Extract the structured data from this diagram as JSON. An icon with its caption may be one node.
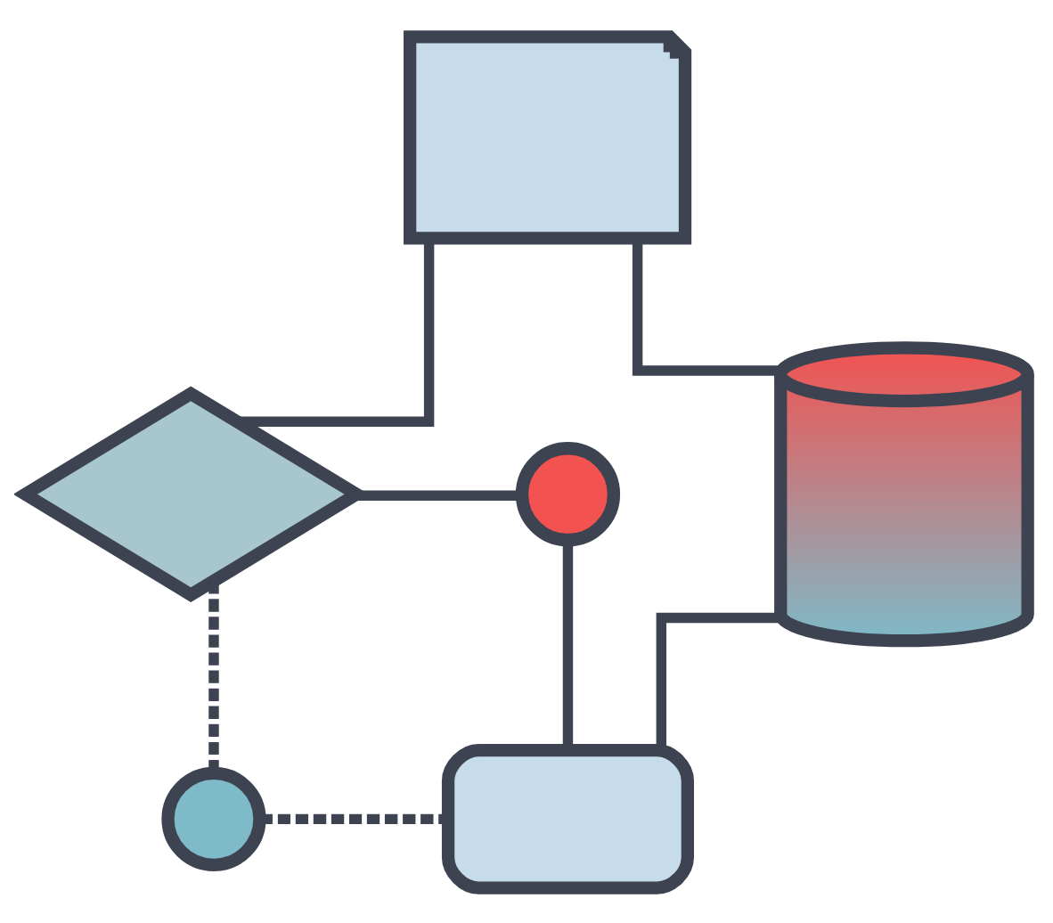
{
  "diagram": {
    "nodes": [
      {
        "text": [],
        "shape": "document"
      },
      {
        "text": [],
        "shape": "cylinder"
      },
      {
        "text": [],
        "shape": "diamond"
      },
      {
        "text": [],
        "shape": "circle"
      },
      {
        "text": [],
        "shape": "box"
      },
      {
        "text": [],
        "shape": "circle"
      }
    ],
    "edges": [
      {
        "from": 0,
        "to": 1,
        "arrow": "none"
      },
      {
        "from": 0,
        "to": 2,
        "arrow": "none"
      },
      {
        "from": 2,
        "to": 3,
        "arrow": "none"
      },
      {
        "from": 3,
        "to": 4,
        "arrow": "none"
      },
      {
        "from": 2,
        "to": 5,
        "arrow": "none",
        "style": "dashed"
      },
      {
        "from": 5,
        "to": 4,
        "arrow": "none",
        "style": "dashed"
      },
      {
        "from": 4,
        "to": 1,
        "arrow": "none"
      }
    ]
  }
}
